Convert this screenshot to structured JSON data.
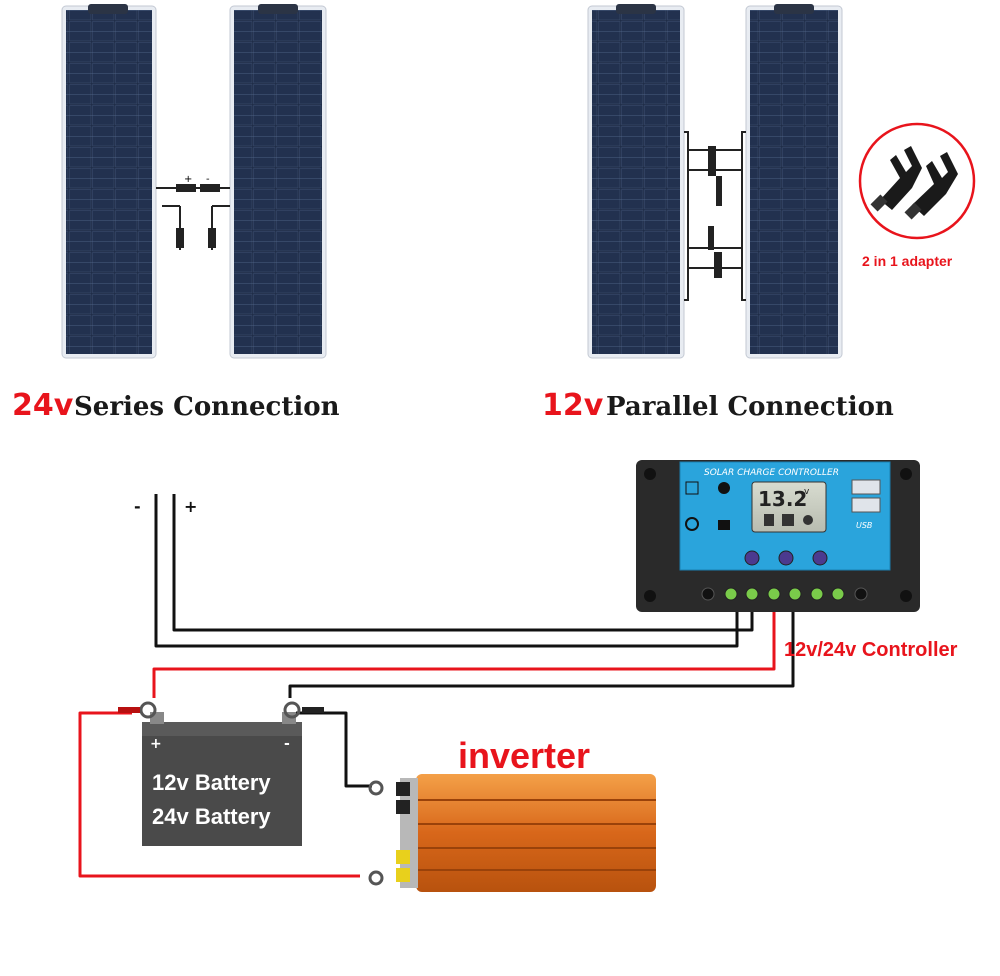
{
  "series_section": {
    "voltage": "24v",
    "caption": "Series Connection",
    "plus_sign": "+",
    "minus_sign": "-"
  },
  "parallel_section": {
    "voltage": "12v",
    "caption": "Parallel Connection",
    "adapter_label": "2 in 1 adapter"
  },
  "wiring": {
    "minus_sign": "-",
    "plus_sign": "+"
  },
  "controller": {
    "header": "SOLAR CHARGE CONTROLLER",
    "display_value": "13.2",
    "display_unit": "v",
    "usb_label": "USB",
    "label": "12v/24v Controller"
  },
  "battery": {
    "line1": "12v Battery",
    "line2": "24v Battery",
    "plus_sign": "+",
    "minus_sign": "-"
  },
  "inverter": {
    "label": "inverter"
  },
  "colors": {
    "panel": "#1c2a44",
    "positive_wire": "#e8141c",
    "negative_wire": "#111111",
    "controller_face": "#2aa4dc",
    "inverter_body": "#e07a1c",
    "battery_body": "#4a4a4a"
  }
}
